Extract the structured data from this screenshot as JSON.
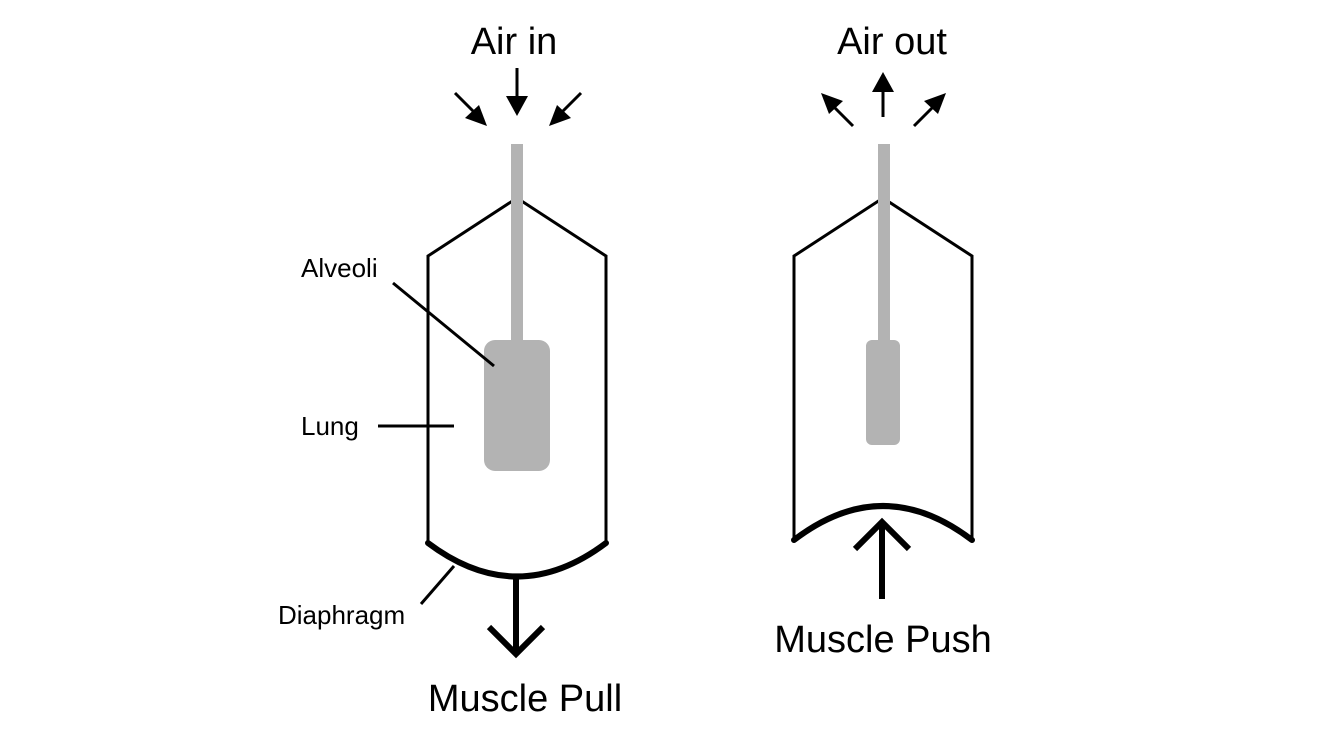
{
  "inhale": {
    "title": "Air in",
    "labels": {
      "alveoli": "Alveoli",
      "lung": "Lung",
      "diaphragm": "Diaphragm"
    },
    "muscle_label": "Muscle Pull"
  },
  "exhale": {
    "title": "Air out",
    "muscle_label": "Muscle Push"
  },
  "colors": {
    "outline": "#000000",
    "lung_fill": "#b3b3b3",
    "background": "#ffffff"
  }
}
